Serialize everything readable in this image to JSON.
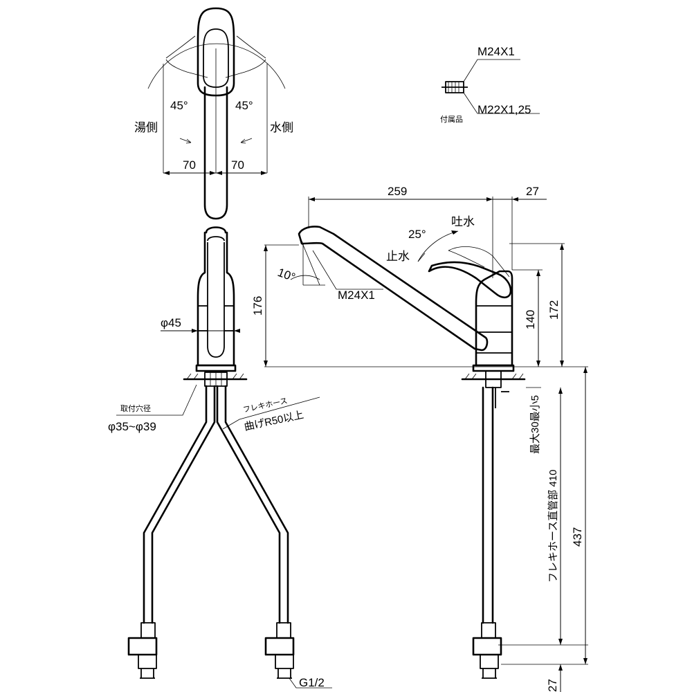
{
  "colors": {
    "line": "#000000",
    "background": "#ffffff"
  },
  "top_view": {
    "angle_left": "45°",
    "angle_right": "45°",
    "hot_side": "湯側",
    "cold_side": "水側",
    "dim_left": "70",
    "dim_right": "70"
  },
  "accessory": {
    "thread_top": "M24X1",
    "thread_bottom": "M22X1,25",
    "label": "付属品"
  },
  "front_view": {
    "body_diameter": "φ45",
    "mount_hole_label": "取付穴径",
    "mount_hole_range": "φ35~φ39",
    "hose_label": "フレキホース",
    "hose_bend": "曲げR50以上",
    "hose_connection": "G1/2"
  },
  "side_view": {
    "reach": "259",
    "offset": "27",
    "lever_angle": "25°",
    "spout_label": "吐水",
    "stop_label": "止水",
    "spout_angle": "10°",
    "spout_thread": "M24X1",
    "spout_height": "176",
    "body_height": "140",
    "total_height": "172",
    "counter_thickness": "最大30最小5",
    "hose_straight": "フレキホース直管部 410",
    "hose_total": "437",
    "bottom_dim": "27"
  }
}
